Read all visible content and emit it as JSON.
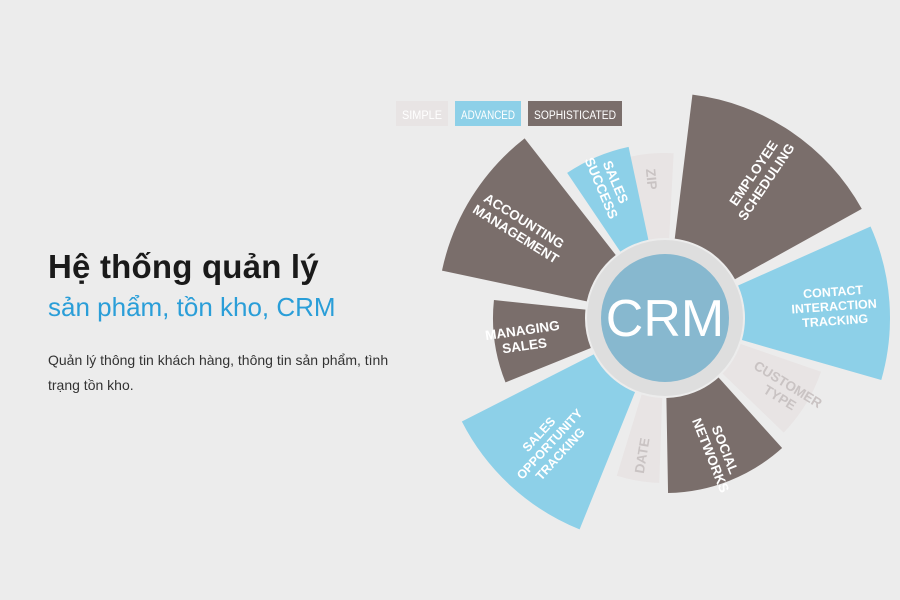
{
  "hero": {
    "title": "Hệ thống quản lý",
    "subtitle": "sản phẩm, tồn kho, CRM",
    "description": "Quản lý thông tin khách hàng, thông tin sản phẩm, tình trạng tồn kho."
  },
  "colors": {
    "simple": "#e8e4e4",
    "advanced": "#8dd0e8",
    "sophisticated": "#7a6e6b",
    "hub": "#87b8cf",
    "ring": "#dedede",
    "background": "#ececec"
  },
  "legend": [
    {
      "label": "SIMPLE",
      "level": "simple"
    },
    {
      "label": "ADVANCED",
      "level": "advanced"
    },
    {
      "label": "SOPHISTICATED",
      "level": "sophisticated"
    }
  ],
  "wheel": {
    "center_label": "CRM",
    "segments": [
      {
        "lines": [
          "ZIP"
        ],
        "level": "simple"
      },
      {
        "lines": [
          "EMPLOYEE",
          "SCHEDULING"
        ],
        "level": "sophisticated"
      },
      {
        "lines": [
          "CONTACT",
          "INTERACTION",
          "TRACKING"
        ],
        "level": "advanced"
      },
      {
        "lines": [
          "CUSTOMER",
          "TYPE"
        ],
        "level": "simple"
      },
      {
        "lines": [
          "SOCIAL",
          "NETWORKS"
        ],
        "level": "sophisticated"
      },
      {
        "lines": [
          "DATE"
        ],
        "level": "simple"
      },
      {
        "lines": [
          "SALES",
          "OPPORTUNITY",
          "TRACKING"
        ],
        "level": "advanced"
      },
      {
        "lines": [
          "MANAGING",
          "SALES"
        ],
        "level": "sophisticated"
      },
      {
        "lines": [
          "ACCOUNTING",
          "MANAGEMENT"
        ],
        "level": "sophisticated"
      },
      {
        "lines": [
          "SALES",
          "SUCCESS"
        ],
        "level": "advanced"
      }
    ]
  }
}
